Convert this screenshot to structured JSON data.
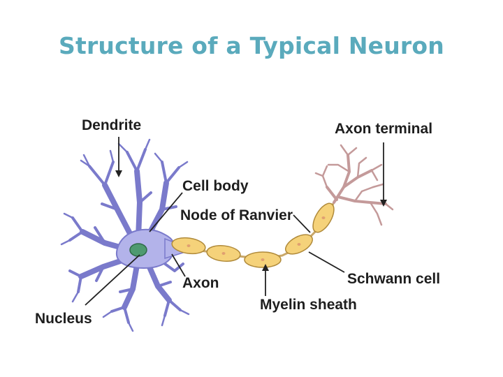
{
  "title": "Structure of a Typical Neuron",
  "labels": {
    "dendrite": "Dendrite",
    "axon_terminal": "Axon terminal",
    "cell_body": "Cell body",
    "node_of_ranvier": "Node of Ranvier",
    "axon": "Axon",
    "schwann_cell": "Schwann cell",
    "nucleus": "Nucleus",
    "myelin_sheath": "Myelin sheath"
  },
  "colors": {
    "title": "#5aaabc",
    "label_text": "#1e1e1e",
    "soma_fill": "#b3b3ea",
    "soma_stroke": "#7a7acb",
    "nucleus_fill": "#4e9a70",
    "myelin_fill": "#f5d27a",
    "myelin_stroke": "#b08a3a",
    "terminal_stroke": "#c49a9a",
    "pointer": "#222222"
  }
}
